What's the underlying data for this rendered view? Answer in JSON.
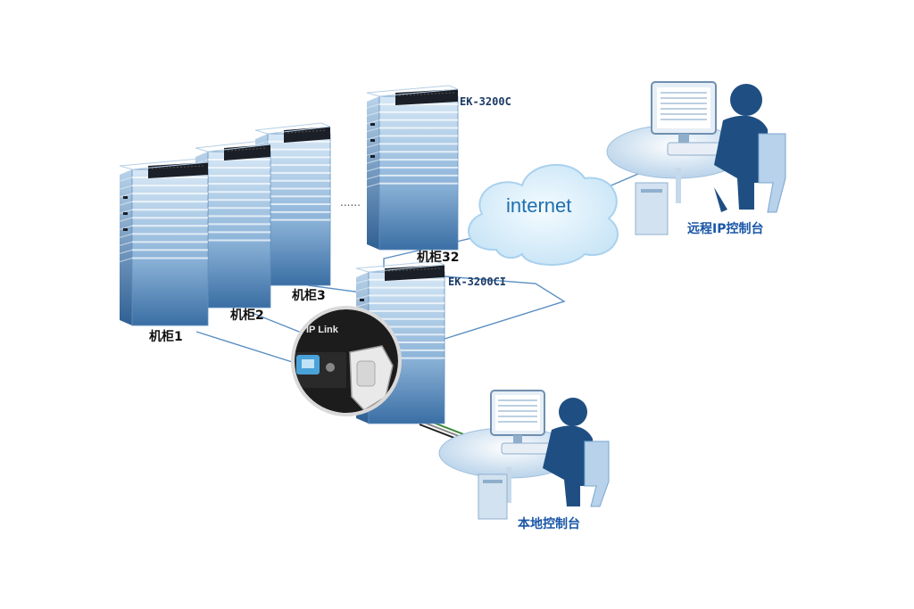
{
  "racks": [
    {
      "label": "机柜1"
    },
    {
      "label": "机柜2"
    },
    {
      "label": "机柜3"
    },
    {
      "label": "机柜32"
    }
  ],
  "ellipsis": "......",
  "devices": {
    "top": "EK-3200C",
    "bottom": "EK-3200CI"
  },
  "cloud": {
    "label": "internet"
  },
  "connector": {
    "label": "IP Link"
  },
  "consoles": {
    "remote": "远程IP控制台",
    "local": "本地控制台"
  },
  "colors": {
    "rack_light": "#c9def0",
    "rack_mid": "#6f9fca",
    "rack_dark": "#2e5f95",
    "device_black": "#1b1f27",
    "line_blue": "#4a82b8",
    "cloud": "#d7ecfa",
    "person": "#1f4f82",
    "console_text": "#1a56a8"
  }
}
